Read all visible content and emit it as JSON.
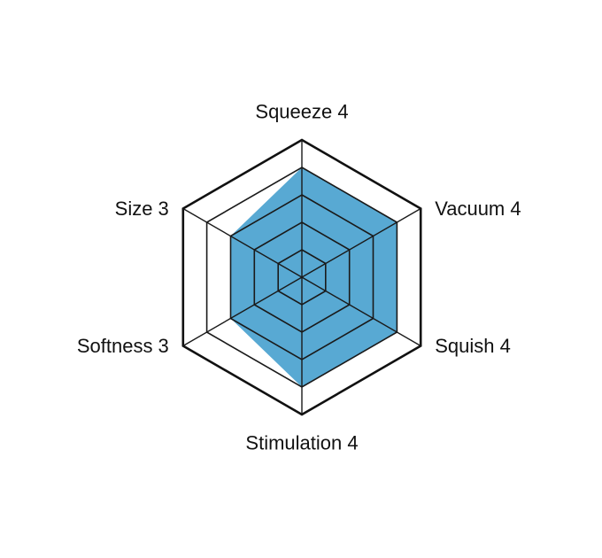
{
  "chart_data": {
    "type": "radar",
    "axes": [
      {
        "label": "Squeeze 4",
        "value": 4
      },
      {
        "label": "Vacuum 4",
        "value": 4
      },
      {
        "label": "Squish 4",
        "value": 4
      },
      {
        "label": "Stimulation 4",
        "value": 4
      },
      {
        "label": "Softness 3",
        "value": 3
      },
      {
        "label": "Size 3",
        "value": 3
      }
    ],
    "rmax": 5,
    "levels": [
      1,
      2,
      3,
      4,
      5
    ],
    "fill_color": "#58a9d3",
    "grid_color": "#111111",
    "inner_grid_color": "#1a1a1a"
  }
}
